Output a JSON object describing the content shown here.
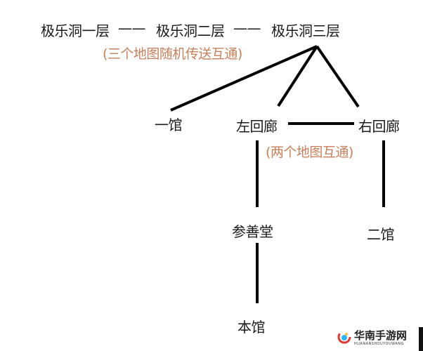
{
  "diagram": {
    "top_row": {
      "floor1": "极乐洞一层",
      "floor2": "极乐洞二层",
      "floor3": "极乐洞三层",
      "connector": "——"
    },
    "top_note": "(三个地图随机传送互通)",
    "nodes": {
      "hall1": "一馆",
      "left_corridor": "左回廊",
      "right_corridor": "右回廊",
      "corridor_note": "(两个地图互通)",
      "canshan_hall": "参善堂",
      "hall2": "二馆",
      "main_hall": "本馆"
    },
    "colors": {
      "text": "#1a1a1a",
      "note": "#c8805a",
      "line": "#000000"
    }
  },
  "watermark": {
    "name": "华南手游网",
    "pinyin": "HUANANSHOUYOUWANG"
  }
}
